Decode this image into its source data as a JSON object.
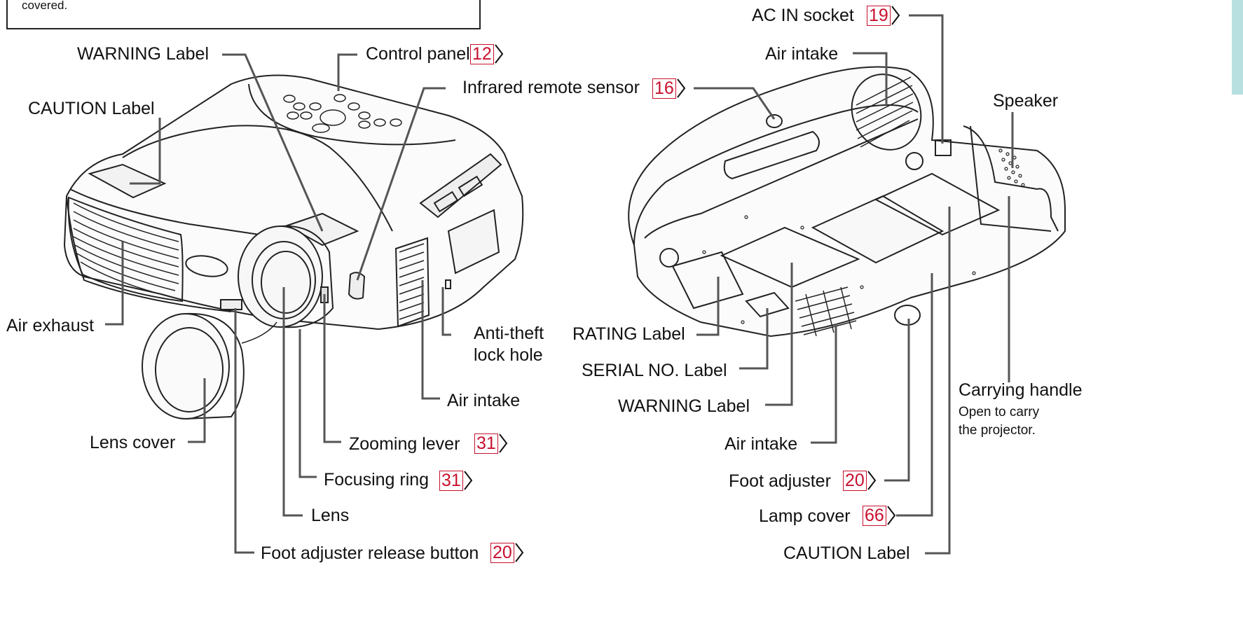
{
  "note": {
    "text": "covered."
  },
  "labels": {
    "warning_label_top": "WARNING Label",
    "control_panel": "Control panel",
    "caution_label_left": "CAUTION Label",
    "infrared_remote_sensor": "Infrared remote sensor",
    "air_exhaust": "Air exhaust",
    "anti_theft_line1": "Anti-theft",
    "anti_theft_line2": "lock hole",
    "air_intake_left": "Air intake",
    "lens_cover": "Lens cover",
    "zooming_lever": "Zooming lever",
    "focusing_ring": "Focusing ring",
    "lens": "Lens",
    "foot_adjuster_release_button": "Foot adjuster release button",
    "ac_in_socket": "AC IN socket",
    "air_intake_top_right": "Air intake",
    "speaker": "Speaker",
    "rating_label": "RATING Label",
    "serial_no_label": "SERIAL NO. Label",
    "warning_label_bottom": "WARNING Label",
    "carrying_handle": "Carrying handle",
    "carrying_handle_note1": "Open to carry",
    "carrying_handle_note2": "the projector.",
    "air_intake_bottom_right": "Air intake",
    "foot_adjuster": "Foot adjuster",
    "lamp_cover": "Lamp cover",
    "caution_label_bottom": "CAUTION Label"
  },
  "page_refs": {
    "control_panel": "12",
    "infrared_remote_sensor": "16",
    "zooming_lever": "31",
    "focusing_ring": "31",
    "foot_adjuster_release_button": "20",
    "ac_in_socket": "19",
    "foot_adjuster": "20",
    "lamp_cover": "66"
  },
  "colors": {
    "page_ref": "#c8102e",
    "leader_line": "#555555",
    "side_tab": "#b8e0e0"
  }
}
